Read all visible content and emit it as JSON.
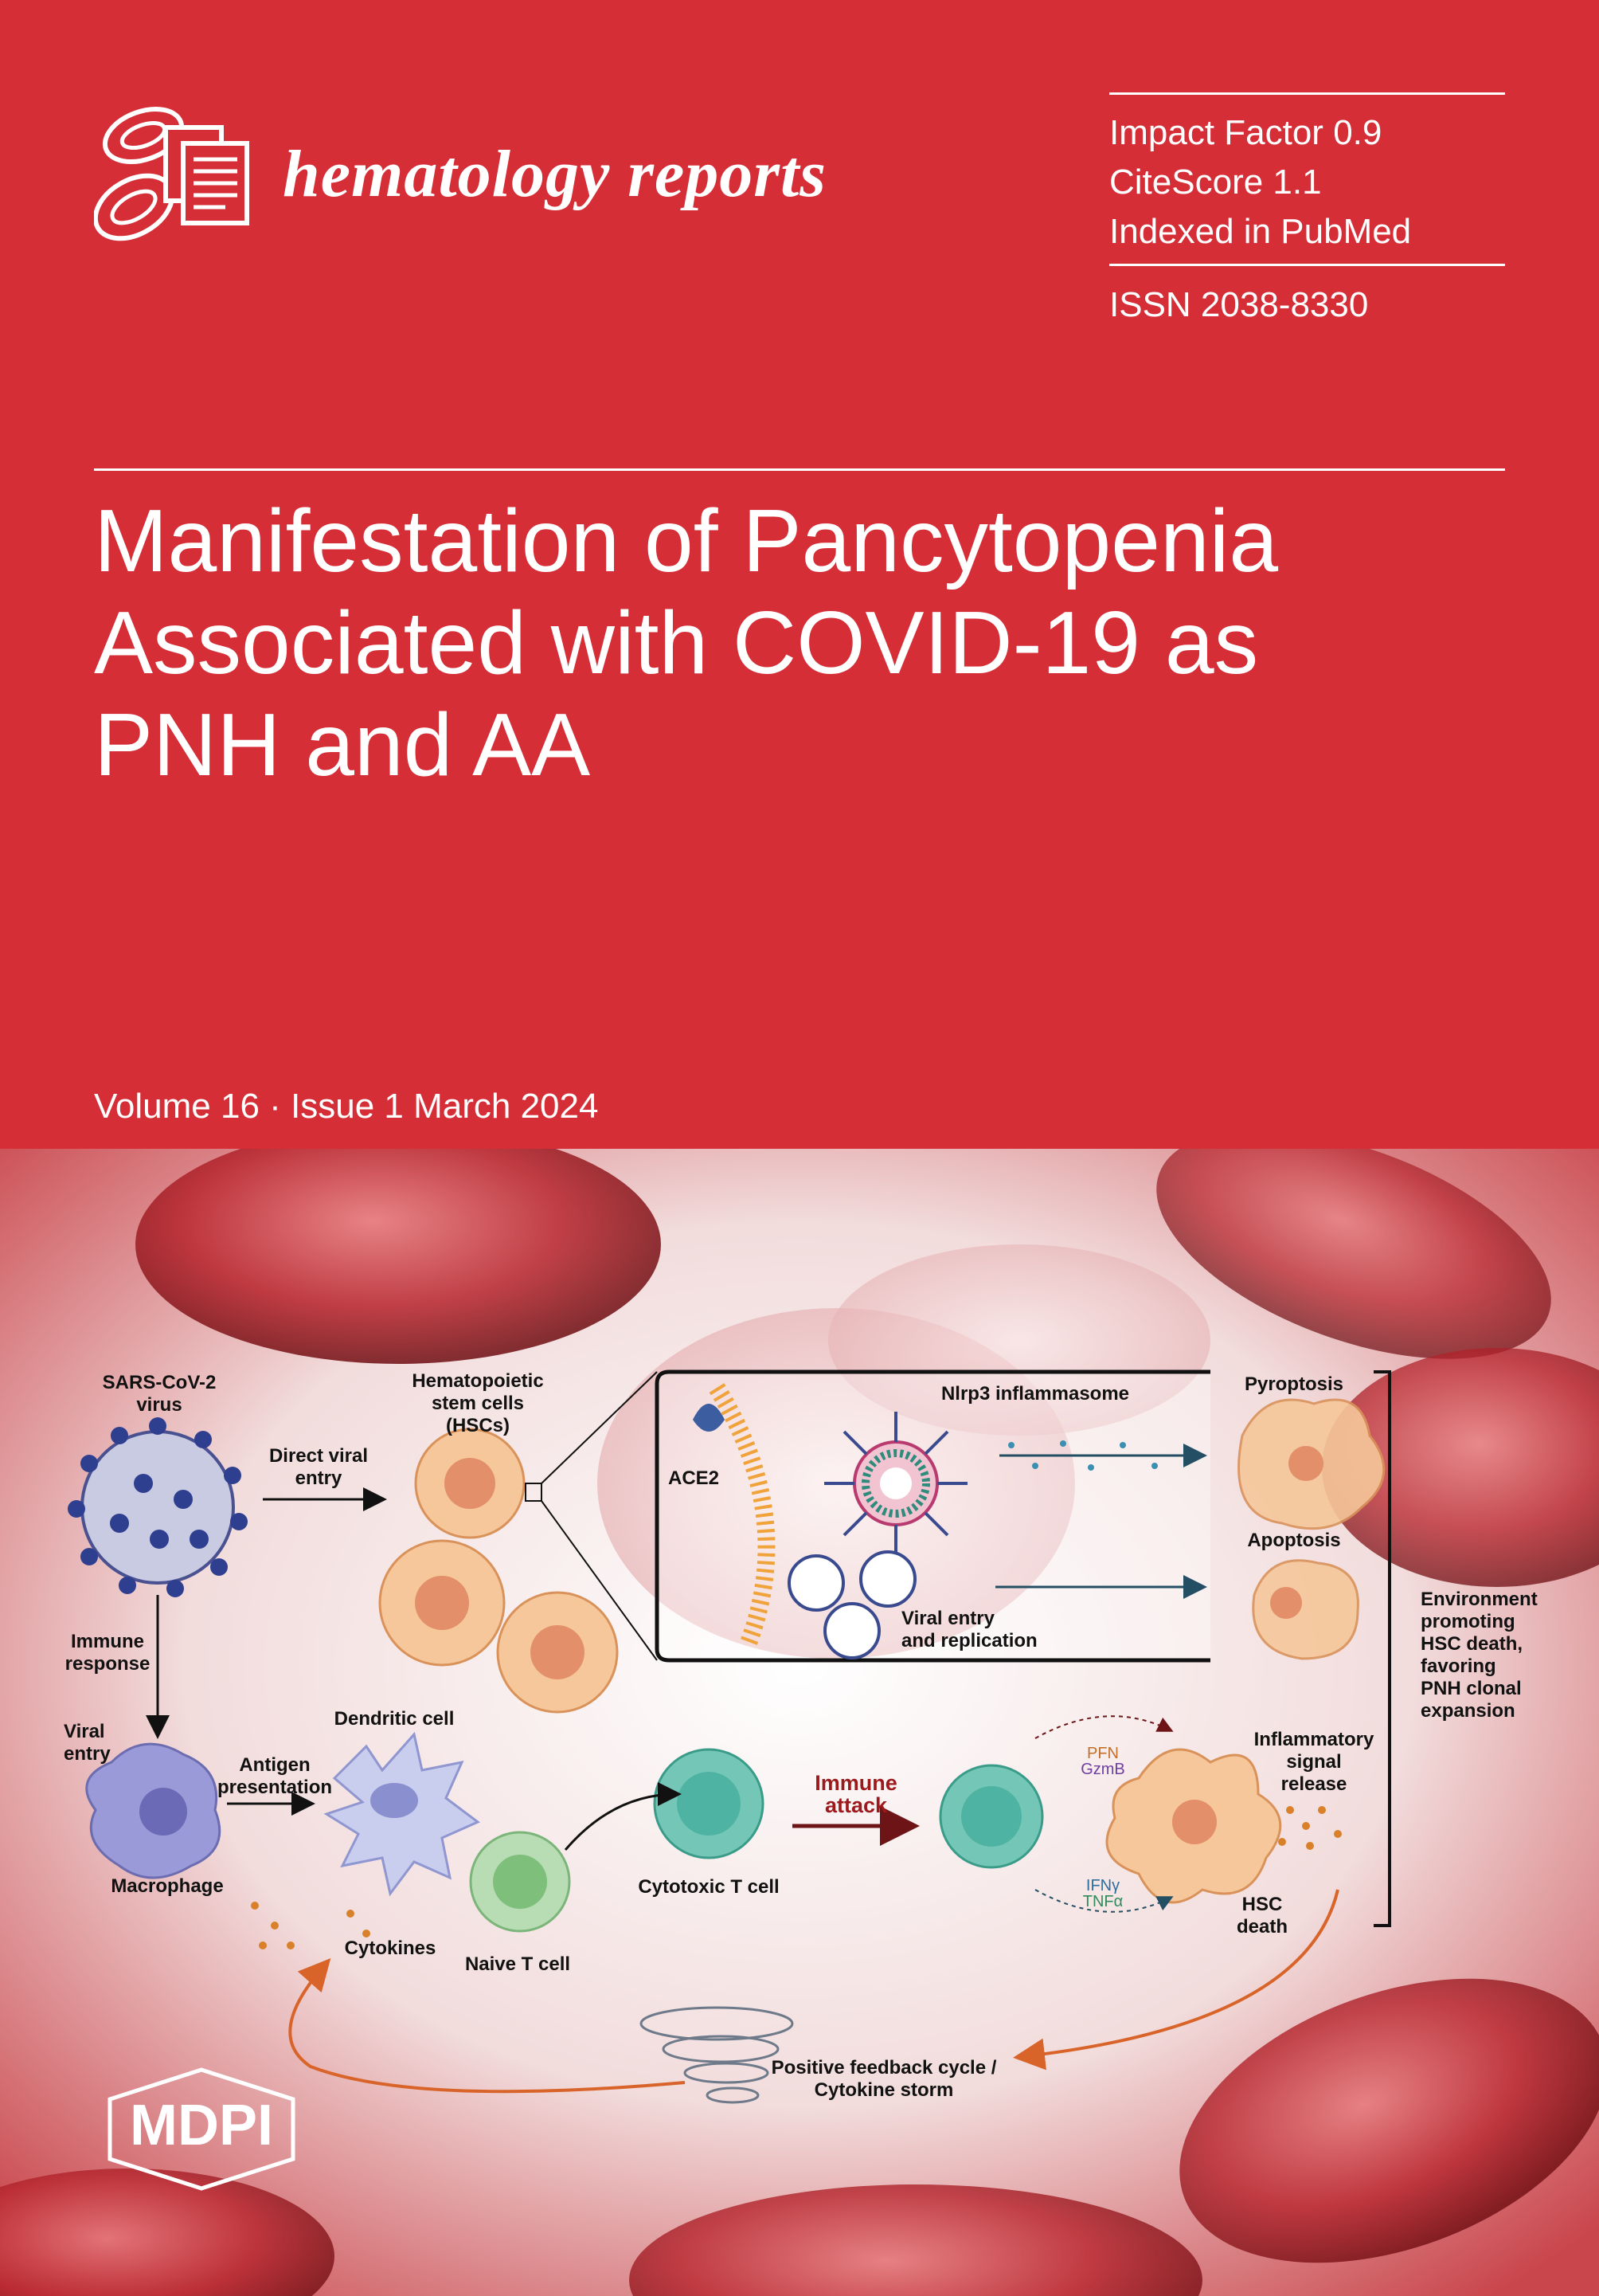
{
  "journal": {
    "name": "hematology reports"
  },
  "metrics": {
    "impact_factor": "Impact Factor 0.9",
    "citescore": "CiteScore 1.1",
    "indexed": "Indexed in PubMed",
    "issn": "ISSN 2038-8330"
  },
  "article": {
    "title_lines": [
      "Manifestation of Pancytopenia",
      "Associated with COVID-19 as",
      "PNH and AA"
    ]
  },
  "issue": {
    "text": "Volume 16 · Issue 1 March 2024"
  },
  "figure": {
    "virus": "SARS-CoV-2\nvirus",
    "direct_entry": "Direct viral\nentry",
    "hsc": "Hematopoietic\nstem cells\n(HSCs)",
    "ace2": "ACE2",
    "nlrp3": "Nlrp3 inflammasome",
    "viral_replication": "Viral entry\nand replication",
    "pyroptosis": "Pyroptosis",
    "apoptosis": "Apoptosis",
    "environment": "Environment\npromoting\nHSC death,\nfavoring\nPNH clonal\nexpansion",
    "immune_response": "Immune\nresponse",
    "viral_entry": "Viral\nentry",
    "antigen": "Antigen\npresentation",
    "dendritic": "Dendritic cell",
    "macrophage": "Macrophage",
    "naive_t": "Naive T cell",
    "cytokines": "Cytokines",
    "cytotoxic_t": "Cytotoxic T cell",
    "immune_attack": "Immune\nattack",
    "inflammatory": "Inflammatory\nsignal\nrelease",
    "hsc_death": "HSC\ndeath",
    "pfn": "PFN",
    "gzmb": "GzmB",
    "ifn": "IFNγ",
    "tnf": "TNFα",
    "feedback": "Positive feedback cycle /\nCytokine storm"
  },
  "publisher": {
    "name": "MDPI"
  },
  "colors": {
    "cover_red": "#d62e37",
    "text": "#ffffff",
    "cell_orange": "#f2b27a",
    "t_cell_teal": "#4fb3a4"
  }
}
